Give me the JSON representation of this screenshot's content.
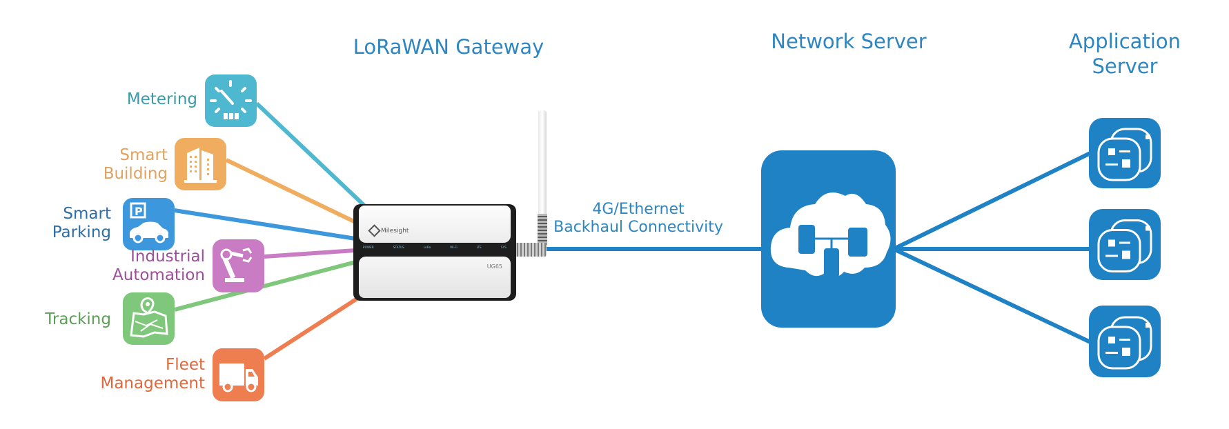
{
  "titles": {
    "gateway": "LoRaWAN Gateway",
    "network_server": "Network Server",
    "application_server_line1": "Application",
    "application_server_line2": "Server"
  },
  "backhaul": {
    "line1": "4G/Ethernet",
    "line2": "Backhaul Connectivity"
  },
  "applications": [
    {
      "id": "metering",
      "lines": [
        "Metering"
      ],
      "icon": "gauge-meter-icon",
      "color": "#4db8cf",
      "text_color": "#3a9aa8"
    },
    {
      "id": "smart-building",
      "lines": [
        "Smart",
        "Building"
      ],
      "icon": "building-icon",
      "color": "#f0ad60",
      "text_color": "#e0a260"
    },
    {
      "id": "smart-parking",
      "lines": [
        "Smart",
        "Parking"
      ],
      "icon": "parking-car-icon",
      "color": "#3d97dd",
      "text_color": "#2d6ea8"
    },
    {
      "id": "industrial-automation",
      "lines": [
        "Industrial",
        "Automation"
      ],
      "icon": "robot-arm-icon",
      "color": "#c97cc3",
      "text_color": "#9c4f99"
    },
    {
      "id": "tracking",
      "lines": [
        "Tracking"
      ],
      "icon": "map-pin-icon",
      "color": "#7fc77a",
      "text_color": "#5c9e58"
    },
    {
      "id": "fleet-management",
      "lines": [
        "Fleet",
        "Management"
      ],
      "icon": "truck-icon",
      "color": "#ee7d4f",
      "text_color": "#e2673a"
    }
  ],
  "gateway_device": {
    "brand": "Milesight",
    "model": "UG65",
    "leds": [
      "POWER",
      "STATUS",
      "LoRa",
      "Wi-Fi",
      "LTE",
      "SYS"
    ]
  },
  "colors": {
    "primary_blue": "#1f82c4",
    "title_blue": "#2e86c1"
  },
  "application_server_count": 3
}
